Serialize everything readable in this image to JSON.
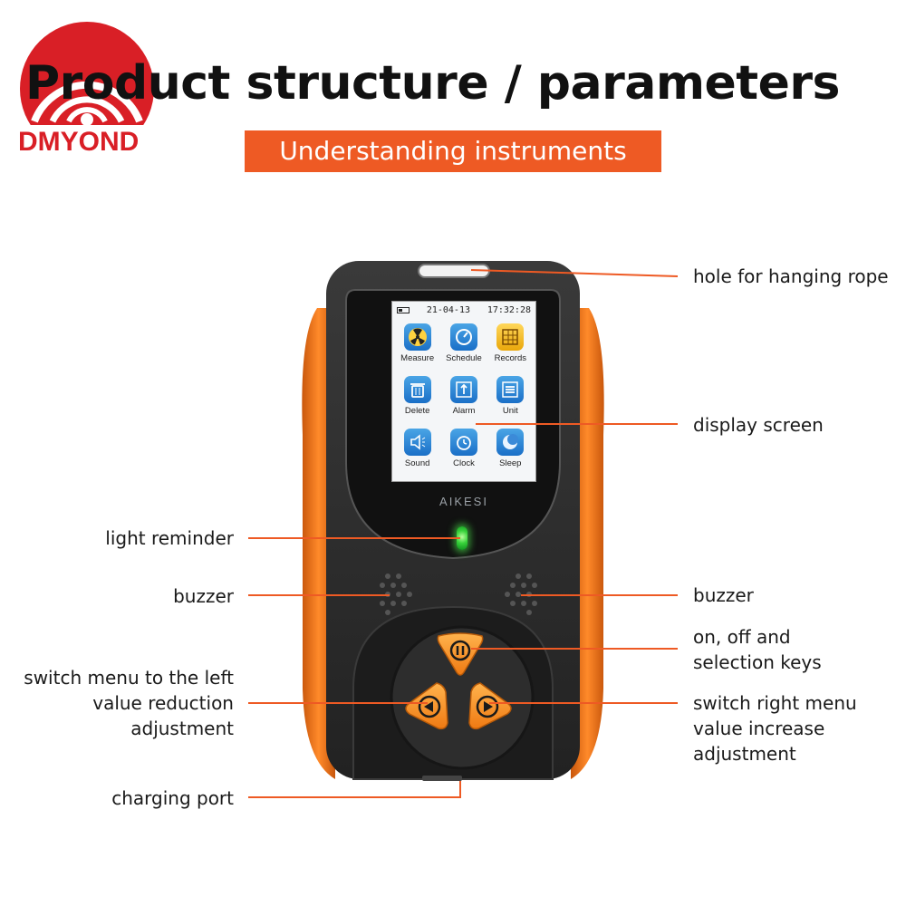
{
  "header": {
    "logo_text": "DMYOND",
    "title": "Product structure / parameters",
    "subtitle": "Understanding instruments"
  },
  "device": {
    "brand": "AIKESI",
    "screen": {
      "date": "21-04-13",
      "time": "17:32:28",
      "apps": [
        {
          "label": "Measure",
          "icon": "radiation-icon"
        },
        {
          "label": "Schedule",
          "icon": "gauge-icon"
        },
        {
          "label": "Records",
          "icon": "records-icon"
        },
        {
          "label": "Delete",
          "icon": "trash-icon"
        },
        {
          "label": "Alarm",
          "icon": "alarm-icon"
        },
        {
          "label": "Unit",
          "icon": "unit-icon"
        },
        {
          "label": "Sound",
          "icon": "speaker-icon"
        },
        {
          "label": "Clock",
          "icon": "clock-icon"
        },
        {
          "label": "Sleep",
          "icon": "moon-icon"
        }
      ]
    }
  },
  "callouts": {
    "hole": "hole for hanging rope",
    "display": "display screen",
    "light": "light reminder",
    "buzzer_left": "buzzer",
    "buzzer_right": "buzzer",
    "onoff_line1": "on, off and",
    "onoff_line2": "selection keys",
    "left_line1": "switch menu to the left",
    "left_line2": "value reduction",
    "left_line3": "adjustment",
    "right_line1": "switch right menu",
    "right_line2": "value increase",
    "right_line3": "adjustment",
    "charging": "charging port"
  },
  "colors": {
    "accent": "#ee5a24",
    "logo_red": "#d91f26",
    "device_body": "#2b2b2b",
    "device_side": "#f07b1e",
    "led_green": "#37d23a"
  }
}
